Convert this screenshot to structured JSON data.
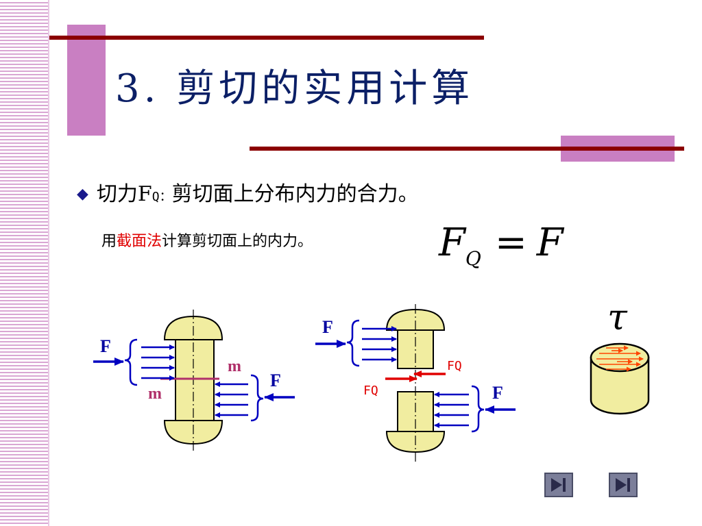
{
  "slide": {
    "title": "3. 剪切的实用计算",
    "bullet": {
      "term": "切力",
      "symbol": "F",
      "subscript": "Q",
      "colon": "：",
      "definition": "剪切面上分布内力的合力。"
    },
    "subline": {
      "prefix": "用",
      "highlight": "截面法",
      "suffix": "计算剪切面上的内力。"
    },
    "formula": {
      "lhs": "F",
      "lhs_sub": "Q",
      "eq": "=",
      "rhs": "F"
    },
    "tau_symbol": "τ"
  },
  "figure1": {
    "force_left": "F",
    "force_right": "F",
    "section_top": "m",
    "section_bottom": "m"
  },
  "figure2": {
    "force_top": "F",
    "force_bottom": "F",
    "shear_right": "FQ",
    "shear_left": "FQ"
  },
  "nav": {
    "prev_icon": "skip-end-icon",
    "next_icon": "skip-end-icon"
  },
  "colors": {
    "title": "#0b1f66",
    "rule": "#8b0000",
    "accent_block": "#c97fc2",
    "stripes": "#d9a6d3",
    "rivet_fill": "#f1eda0",
    "arrow_blue": "#0000c0",
    "highlight_red": "#e00000",
    "section_line": "#b0306a"
  }
}
